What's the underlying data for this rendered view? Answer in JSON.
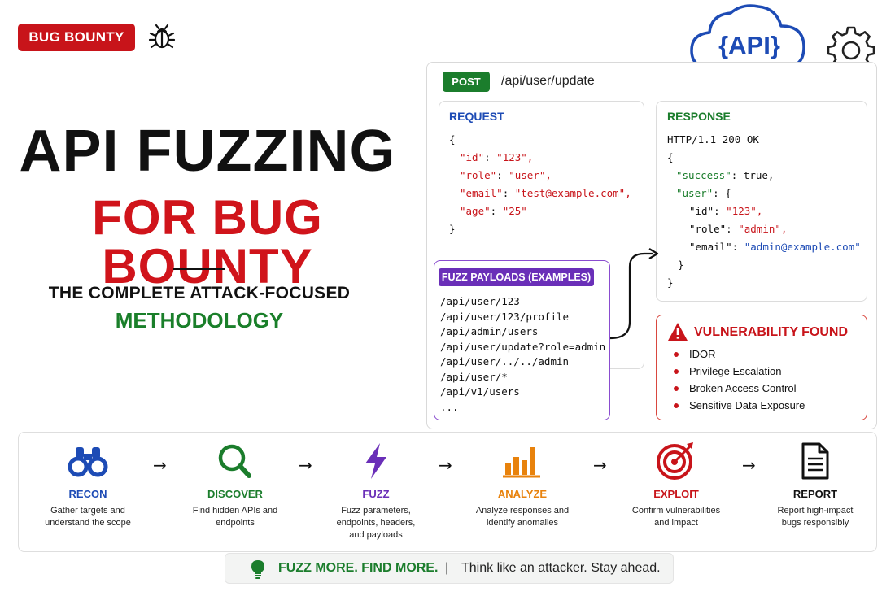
{
  "badge": "BUG BOUNTY",
  "title": {
    "line1": "API FUZZING",
    "line2": "FOR BUG BOUNTY",
    "subtitle1": "THE COMPLETE ATTACK-FOCUSED",
    "subtitle2": "METHODOLOGY"
  },
  "cloud_label": "{API}",
  "request": {
    "method": "POST",
    "endpoint": "/api/user/update",
    "title": "REQUEST",
    "body": {
      "open": "{",
      "lines": [
        {
          "key": "\"id\"",
          "value": "\"123\","
        },
        {
          "key": "\"role\"",
          "value": "\"user\","
        },
        {
          "key": "\"email\"",
          "value": "\"test@example.com\","
        },
        {
          "key": "\"age\"",
          "value": "\"25\""
        }
      ],
      "close": "}"
    }
  },
  "response": {
    "title": "RESPONSE",
    "status": "HTTP/1.1 200 OK",
    "open": "{",
    "success_key": "\"success\"",
    "success_val": "true,",
    "user_key": "\"user\"",
    "user_open": "{",
    "fields": [
      {
        "key": "\"id\"",
        "value": "\"123\","
      },
      {
        "key": "\"role\"",
        "value": "\"admin\","
      },
      {
        "key": "\"email\"",
        "value": "\"admin@example.com\""
      }
    ],
    "user_close": "}",
    "close": "}"
  },
  "fuzz": {
    "title": "FUZZ PAYLOADS (EXAMPLES)",
    "items": [
      "/api/user/123",
      "/api/user/123/profile",
      "/api/admin/users",
      "/api/user/update?role=admin",
      "/api/user/../../admin",
      "/api/user/*",
      "/api/v1/users",
      "..."
    ]
  },
  "vulnerability": {
    "title": "VULNERABILITY FOUND",
    "items": [
      "IDOR",
      "Privilege Escalation",
      "Broken Access Control",
      "Sensitive Data Exposure"
    ]
  },
  "steps": [
    {
      "label": "RECON",
      "desc1": "Gather targets and",
      "desc2": "understand the scope",
      "desc3": "",
      "color": "#1d4bb5",
      "icon": "binoculars-icon"
    },
    {
      "label": "DISCOVER",
      "desc1": "Find hidden APIs and",
      "desc2": "endpoints",
      "desc3": "",
      "color": "#1b7d2c",
      "icon": "magnifier-icon"
    },
    {
      "label": "FUZZ",
      "desc1": "Fuzz parameters,",
      "desc2": "endpoints, headers,",
      "desc3": "and payloads",
      "color": "#6a2fb8",
      "icon": "lightning-icon"
    },
    {
      "label": "ANALYZE",
      "desc1": "Analyze responses and",
      "desc2": "identify anomalies",
      "desc3": "",
      "color": "#e8820c",
      "icon": "bar-chart-icon"
    },
    {
      "label": "EXPLOIT",
      "desc1": "Confirm vulnerabilities",
      "desc2": "and impact",
      "desc3": "",
      "color": "#c8141a",
      "icon": "target-icon"
    },
    {
      "label": "REPORT",
      "desc1": "Report high-impact",
      "desc2": "bugs responsibly",
      "desc3": "",
      "color": "#111111",
      "icon": "document-icon"
    }
  ],
  "arrow_glyph": "→",
  "footer": {
    "main": "FUZZ MORE. FIND MORE.",
    "separator": "|",
    "sub": "Think like an attacker. Stay ahead."
  }
}
